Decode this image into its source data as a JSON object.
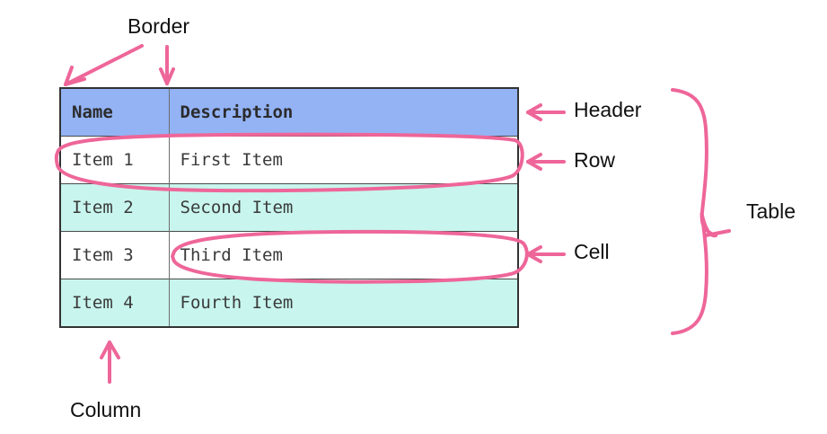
{
  "diagram": {
    "title_text": "",
    "accent_color": "#ee6699",
    "header_bg": "#93b3f5",
    "row_alt_bg": "#c8f5ee",
    "row_bg": "#ffffff",
    "border_color": "#333333",
    "text_color": "#3a3a3a"
  },
  "table": {
    "columns": [
      "Name",
      "Description"
    ],
    "rows": [
      {
        "name": "Item 1",
        "description": "First Item"
      },
      {
        "name": "Item 2",
        "description": "Second Item"
      },
      {
        "name": "Item 3",
        "description": "Third Item"
      },
      {
        "name": "Item 4",
        "description": "Fourth Item"
      }
    ]
  },
  "annotations": {
    "border": "Border",
    "header": "Header",
    "row": "Row",
    "cell": "Cell",
    "table": "Table",
    "column": "Column"
  }
}
